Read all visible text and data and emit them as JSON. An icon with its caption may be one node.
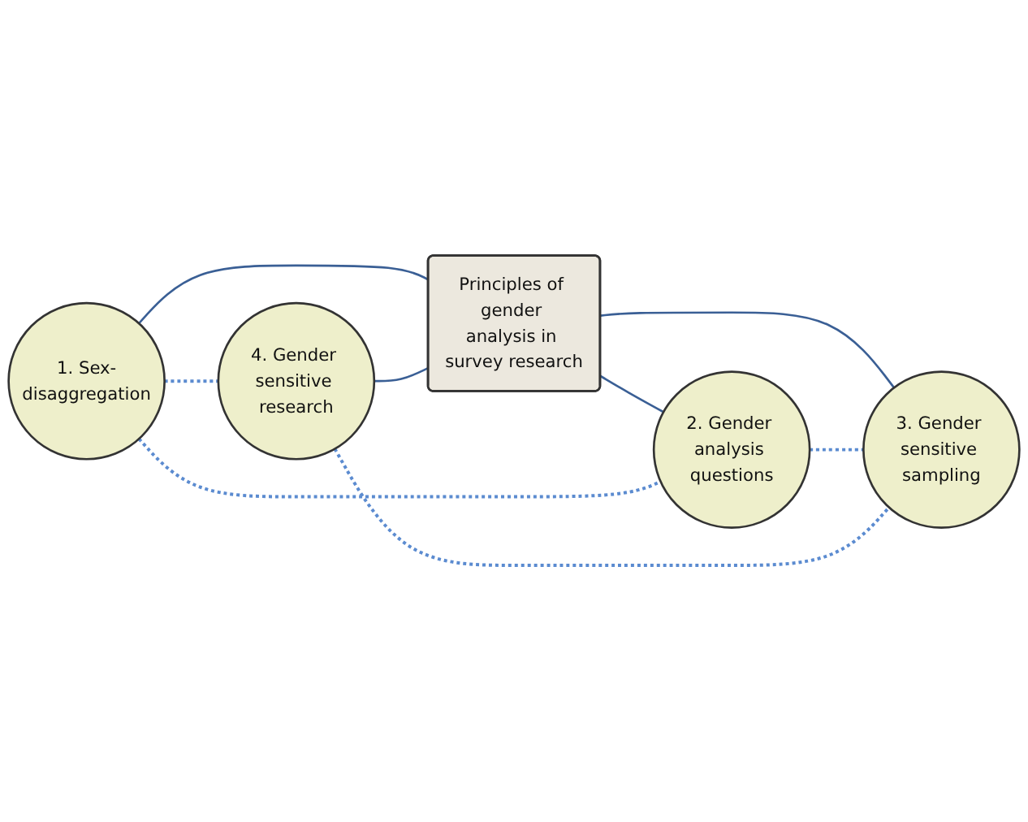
{
  "diagram": {
    "nodes": [
      {
        "text": [
          "Principles of gender analysis in survey research"
        ]
      },
      {
        "text": [
          "1. Sex-disaggregation"
        ]
      },
      {
        "text": [
          "2. Gender analysis questions"
        ]
      },
      {
        "text": [
          "3. Gender sensitive sampling"
        ]
      },
      {
        "text": [
          "4. Gender sensitive research"
        ]
      }
    ],
    "edges": [
      {
        "from": 1,
        "to": 0,
        "arrow": "none"
      },
      {
        "from": 0,
        "to": 2,
        "arrow": "none"
      },
      {
        "from": 0,
        "to": 3,
        "arrow": "none"
      },
      {
        "from": 4,
        "to": 0,
        "arrow": "none"
      },
      {
        "from": 1,
        "to": 2,
        "arrow": "none",
        "style": "dashed",
        "color": "#5b8bd0"
      },
      {
        "from": 2,
        "to": 3,
        "arrow": "none",
        "style": "dashed",
        "color": "#5b8bd0"
      },
      {
        "from": 4,
        "to": 3,
        "arrow": "none",
        "style": "dashed",
        "color": "#5b8bd0"
      },
      {
        "from": 1,
        "to": 4,
        "arrow": "none",
        "style": "dashed",
        "color": "#5b8bd0"
      }
    ]
  }
}
